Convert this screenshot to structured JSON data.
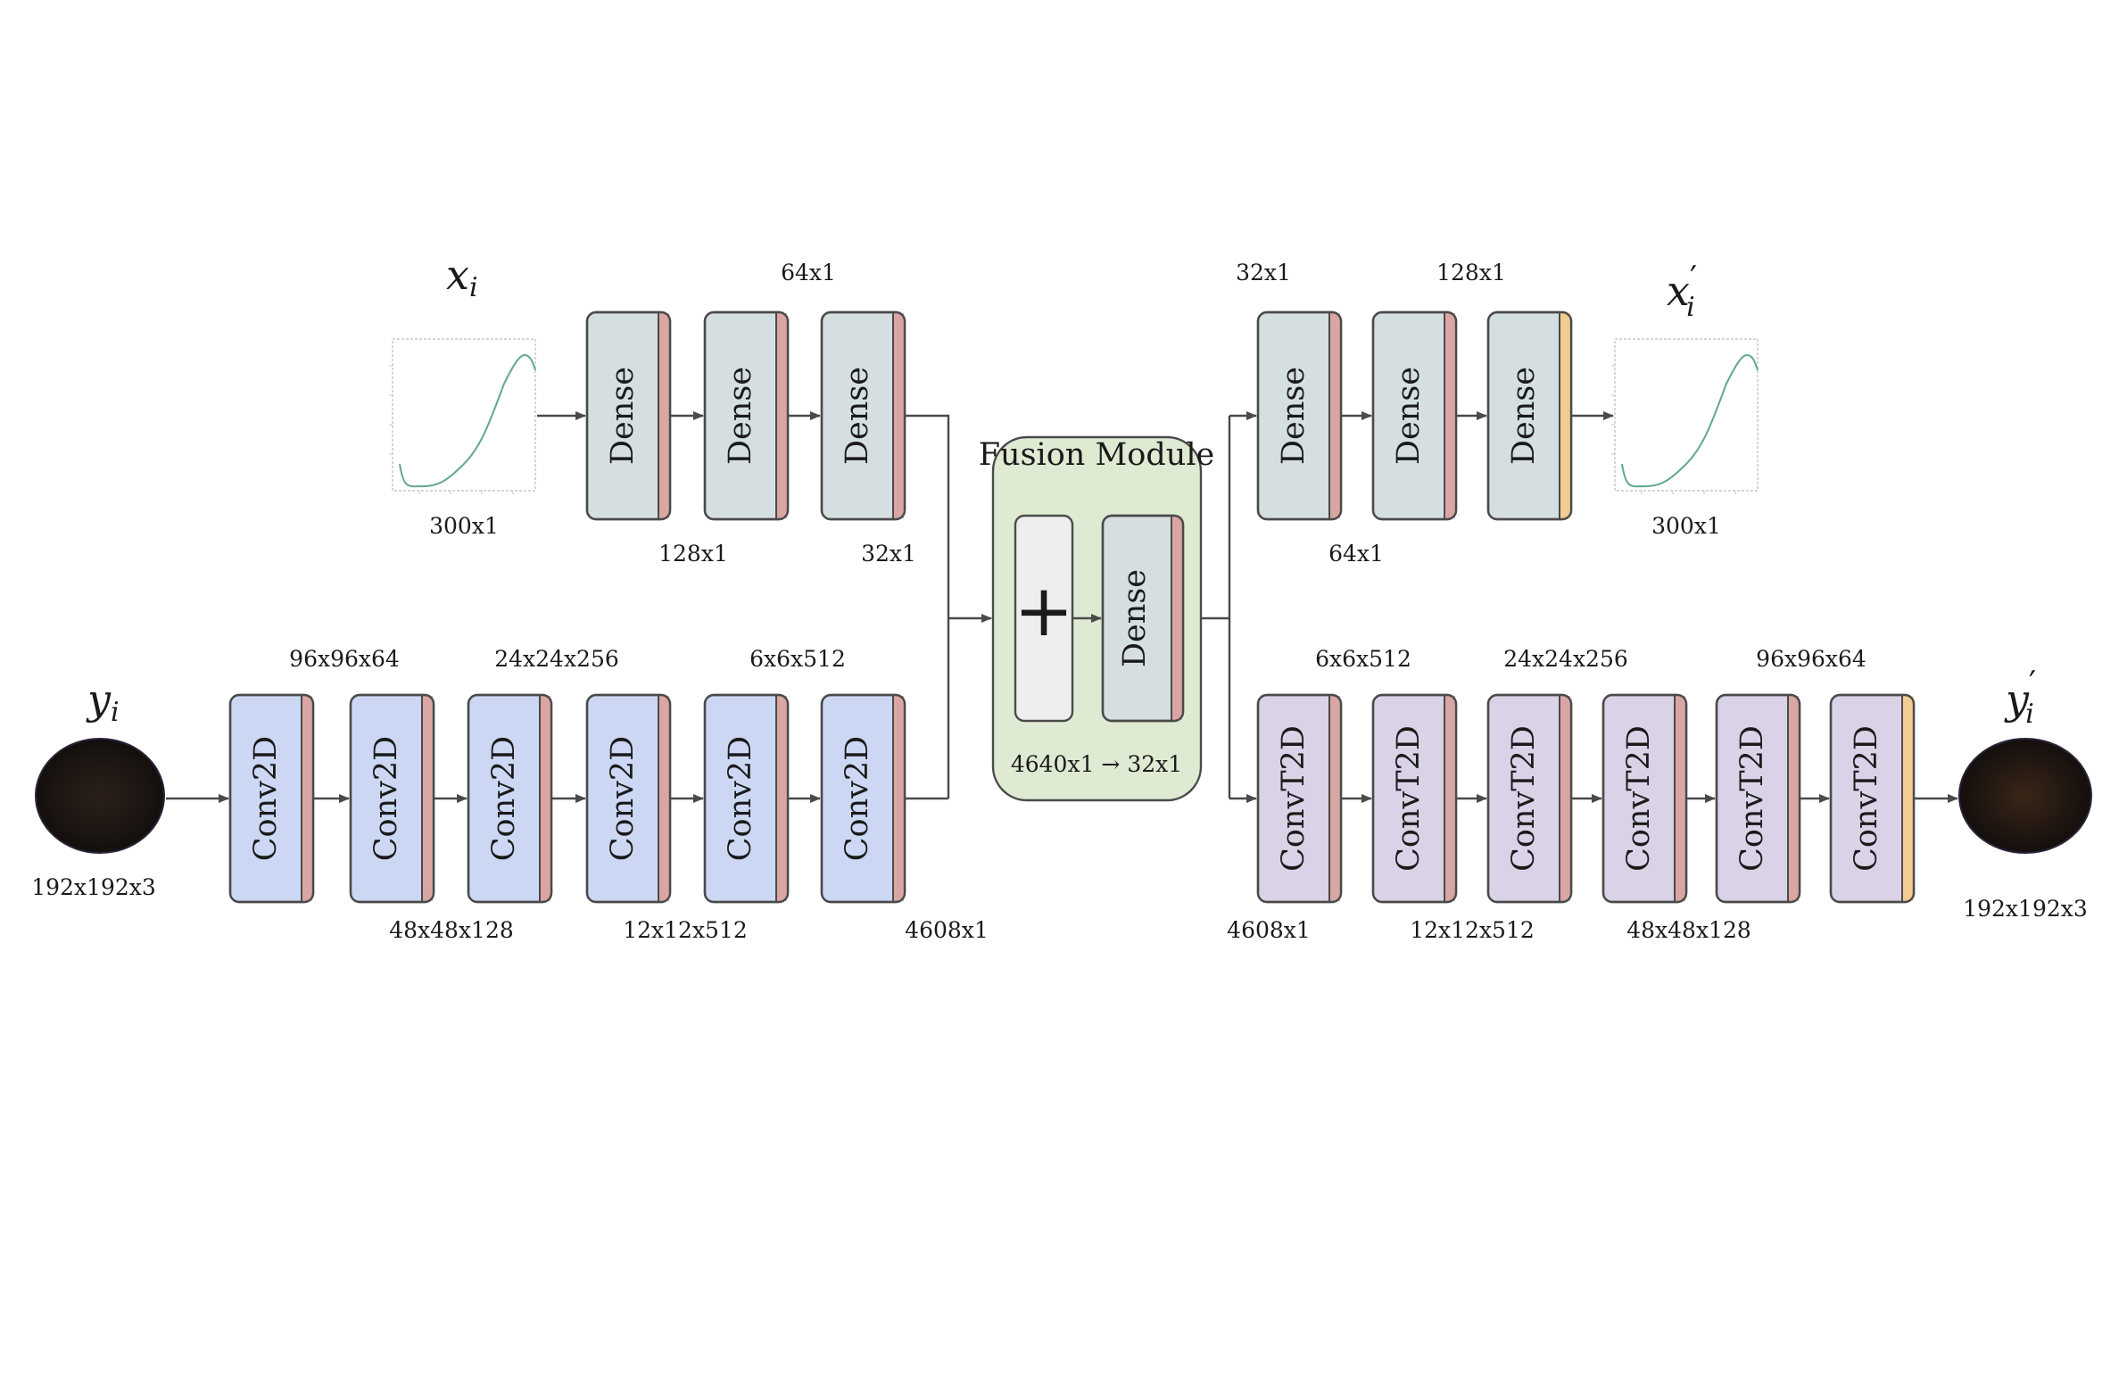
{
  "symbols": {
    "x_in": "x",
    "x_in_sub": "i",
    "x_out": "x",
    "x_out_sub": "i",
    "x_out_prime": "′",
    "y_in": "y",
    "y_in_sub": "i",
    "y_out": "y",
    "y_out_sub": "i",
    "y_out_prime": "′"
  },
  "fusion": {
    "title": "Fusion Module",
    "plus": "+",
    "dense_label": "Dense",
    "dim_label": "4640x1 → 32x1"
  },
  "signal_encoder": {
    "input_dim": "300x1",
    "blocks": [
      "Dense",
      "Dense",
      "Dense"
    ],
    "dims": [
      "128x1",
      "64x1",
      "32x1"
    ]
  },
  "image_encoder": {
    "input_dim": "192x192x3",
    "blocks": [
      "Conv2D",
      "Conv2D",
      "Conv2D",
      "Conv2D",
      "Conv2D",
      "Conv2D"
    ],
    "dims": [
      "96x96x64",
      "48x48x128",
      "24x24x256",
      "12x12x512",
      "6x6x512",
      "4608x1"
    ]
  },
  "signal_decoder": {
    "output_dim": "300x1",
    "blocks": [
      "Dense",
      "Dense",
      "Dense"
    ],
    "dims": [
      "32x1",
      "64x1",
      "128x1"
    ]
  },
  "image_decoder": {
    "output_dim": "192x192x3",
    "blocks": [
      "ConvT2D",
      "ConvT2D",
      "ConvT2D",
      "ConvT2D",
      "ConvT2D",
      "ConvT2D"
    ],
    "dims": [
      "4608x1",
      "6x6x512",
      "12x12x512",
      "24x24x256",
      "48x48x128",
      "96x96x64"
    ]
  },
  "colors": {
    "dense_fill": "#d5dfe2",
    "conv_fill": "#ccd8f3",
    "convt_fill": "#dad3e7",
    "fusion_fill": "#deead2",
    "plus_fill": "#eeeeee",
    "activation_strip": "#d9a6a4",
    "output_strip": "#f2cc90",
    "border": "#4a4a4a",
    "curve": "#62a989"
  }
}
